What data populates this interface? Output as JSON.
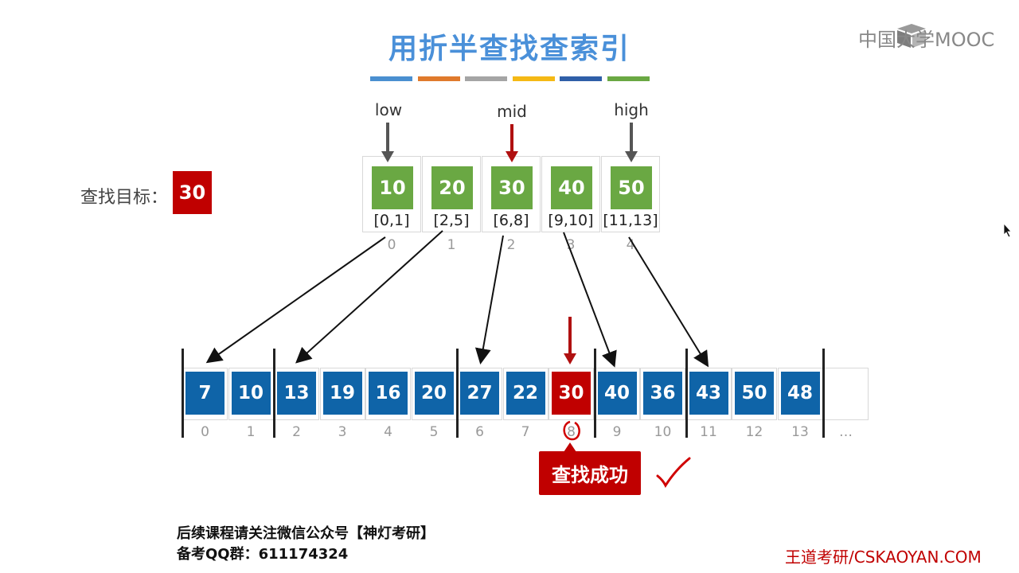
{
  "title": "用折半查找查索引",
  "logo": {
    "text": "中国大学MOOC",
    "icon": "mooc-logo-icon"
  },
  "color_strip": [
    "#4a8fd0",
    "#e07a2c",
    "#a5a5a5",
    "#f5b915",
    "#2f5fa8",
    "#6aa843"
  ],
  "pointers": {
    "low": "low",
    "mid": "mid",
    "high": "high"
  },
  "target": {
    "label": "查找目标：",
    "value": "30"
  },
  "index_table": [
    {
      "max": "10",
      "range": "[0,1]",
      "pos": "0"
    },
    {
      "max": "20",
      "range": "[2,5]",
      "pos": "1"
    },
    {
      "max": "30",
      "range": "[6,8]",
      "pos": "2"
    },
    {
      "max": "40",
      "range": "[9,10]",
      "pos": "3"
    },
    {
      "max": "50",
      "range": "[11,13]",
      "pos": "4"
    }
  ],
  "main_table": [
    {
      "val": "7",
      "pos": "0"
    },
    {
      "val": "10",
      "pos": "1"
    },
    {
      "val": "13",
      "pos": "2"
    },
    {
      "val": "19",
      "pos": "3"
    },
    {
      "val": "16",
      "pos": "4"
    },
    {
      "val": "20",
      "pos": "5"
    },
    {
      "val": "27",
      "pos": "6"
    },
    {
      "val": "22",
      "pos": "7"
    },
    {
      "val": "30",
      "pos": "8",
      "hit": true
    },
    {
      "val": "40",
      "pos": "9"
    },
    {
      "val": "36",
      "pos": "10"
    },
    {
      "val": "43",
      "pos": "11"
    },
    {
      "val": "50",
      "pos": "12"
    },
    {
      "val": "48",
      "pos": "13"
    }
  ],
  "ellipsis": "…",
  "result": "查找成功",
  "footer": {
    "line1": "后续课程请关注微信公众号【神灯考研】",
    "line2": "备考QQ群：611174324"
  },
  "brand": "王道考研/CSKAOYAN.COM",
  "colors": {
    "index_cell": "#6aa843",
    "main_cell": "#0f64a8",
    "highlight": "#c00000",
    "title": "#4a90d9"
  }
}
